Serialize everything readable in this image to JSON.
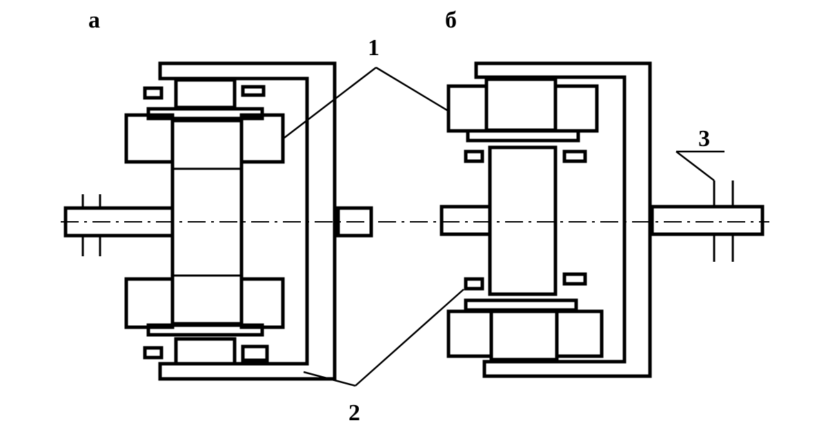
{
  "figure": {
    "panels": [
      {
        "id": "a",
        "label": "а"
      },
      {
        "id": "b",
        "label": "б"
      }
    ],
    "callouts": [
      {
        "id": "1",
        "label": "1"
      },
      {
        "id": "2",
        "label": "2"
      },
      {
        "id": "3",
        "label": "3"
      }
    ]
  }
}
